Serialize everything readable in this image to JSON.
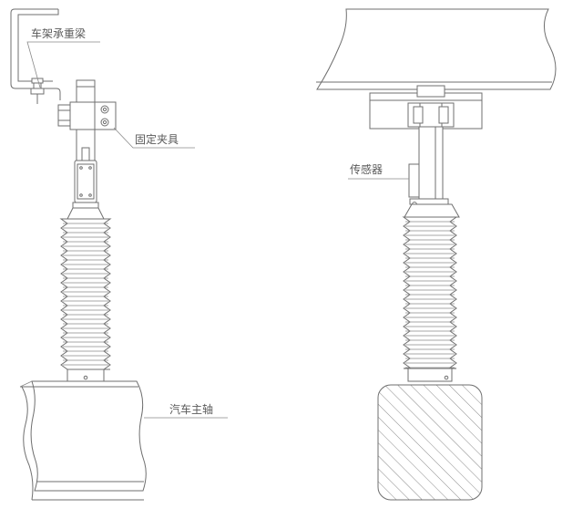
{
  "labels": {
    "frame_beam": "车架承重梁",
    "fixing_clamp": "固定夹具",
    "sensor": "传感器",
    "main_axle": "汽车主轴"
  }
}
